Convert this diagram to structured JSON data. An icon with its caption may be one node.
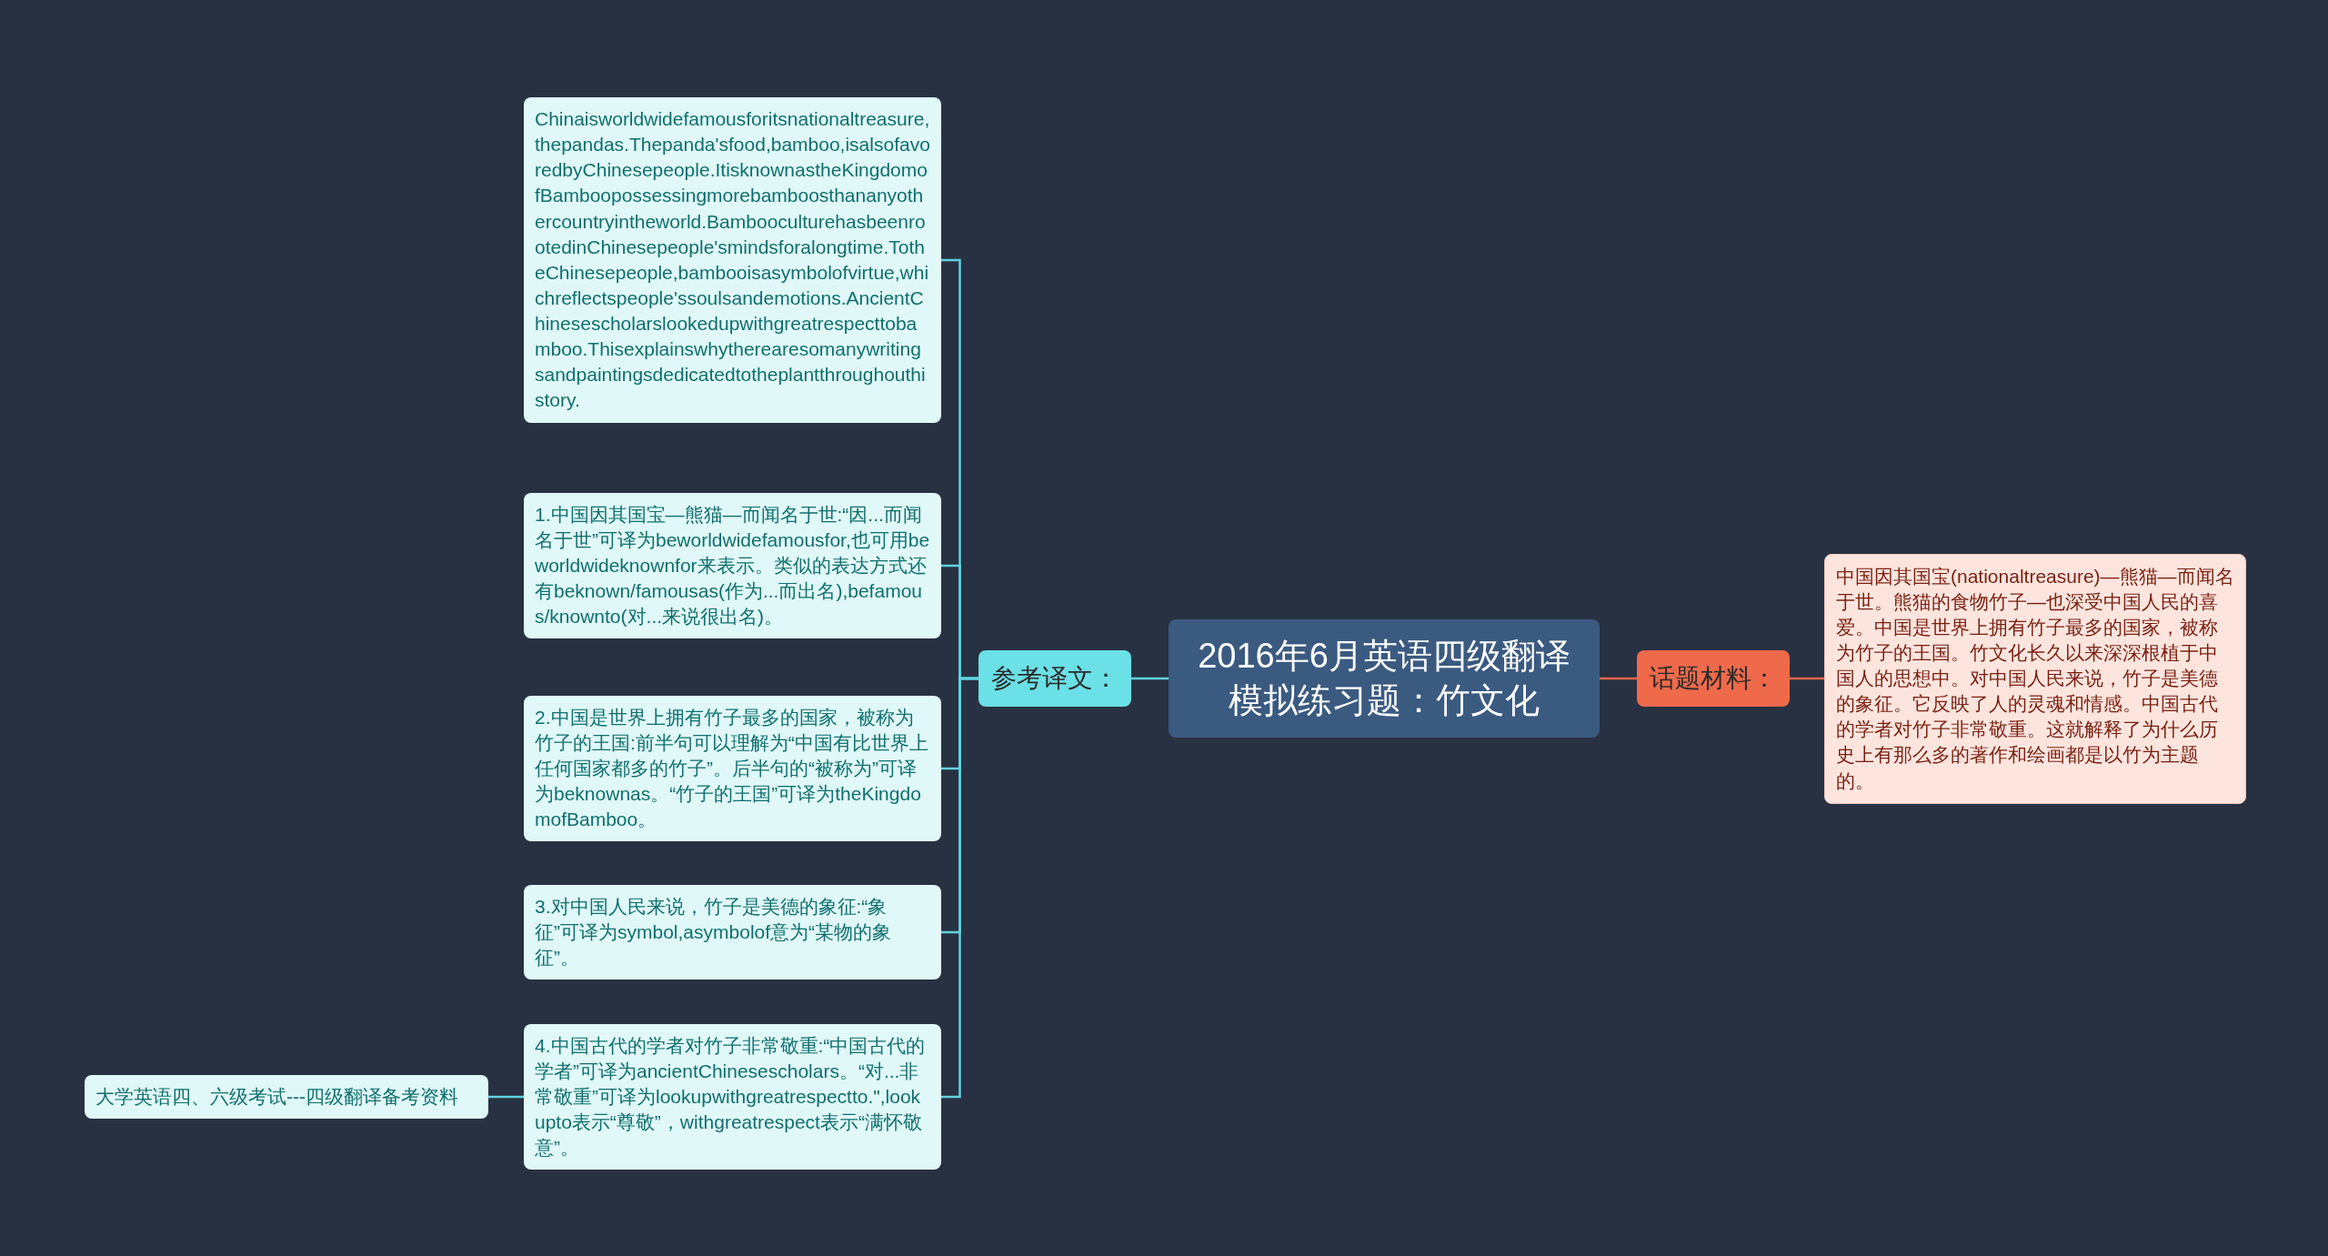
{
  "diagram": {
    "nodes": [
      {
        "text": [
          "2016年6月英语四级翻译模拟练习题：竹文化"
        ]
      },
      {
        "text": [
          "参考译文："
        ]
      },
      {
        "text": [
          "话题材料："
        ]
      },
      {
        "text": [
          "中国因其国宝(nationaltreasure)—熊猫—而闻名于世。熊猫的食物竹子—也深受中国人民的喜爱。中国是世界上拥有竹子最多的国家，被称为竹子的王国。竹文化长久以来深深根植于中国人的思想中。对中国人民来说，竹子是美德的象征。它反映了人的灵魂和情感。中国古代的学者对竹子非常敬重。这就解释了为什么历史上有那么多的著作和绘画都是以竹为主题的。"
        ]
      },
      {
        "text": [
          "Chinaisworldwidefamousforitsnationaltreasure,thepandas.Thepanda'sfood,bamboo,isalsofavoredbyChinesepeople.ItisknownastheKingdomofBamboopossessingmorebamboosthananyothercountryintheworld.BambooculturehasbeenrootedinChinesepeople'smindsforalongtime.TotheChinesepeople,bambooisasymbolofvirtue,whichreflectspeople'ssoulsandemotions.AncientChinesescholarslookedupwithgreatrespecttobamboo.Thisexplainswhytherearesomanywritingsandpaintingsdedicatedtotheplantthroughouthistory."
        ]
      },
      {
        "text": [
          "1.中国因其国宝—熊猫—而闻名于世:“因...而闻名于世”可译为beworldwidefamousfor,也可用beworldwideknownfor来表示。类似的表达方式还有beknown/famousas(作为...而出名),befamous/knownto(对...来说很出名)。"
        ]
      },
      {
        "text": [
          "2.中国是世界上拥有竹子最多的国家，被称为竹子的王国:前半句可以理解为“中国有比世界上任何国家都多的竹子”。后半句的“被称为”可译为beknownas。“竹子的王国”可译为theKingdomofBamboo。"
        ]
      },
      {
        "text": [
          "3.对中国人民来说，竹子是美德的象征:“象征”可译为symbol,asymbolof意为“某物的象征”。"
        ]
      },
      {
        "text": [
          "4.中国古代的学者对竹子非常敬重:“中国古代的学者”可译为ancientChinesescholars。“对...非常敬重”可译为lookupwithgreatrespectto.\",lookupto表示“尊敬”，withgreatrespect表示“满怀敬意”。"
        ]
      },
      {
        "text": [
          "大学英语四、六级考试---四级翻译备考资料"
        ]
      }
    ],
    "edges": [
      {
        "from": 0,
        "to": 1,
        "arrow": "none"
      },
      {
        "from": 0,
        "to": 2,
        "arrow": "none",
        "color": "#e8694a"
      },
      {
        "from": 2,
        "to": 3,
        "arrow": "none",
        "color": "#e8694a"
      },
      {
        "from": 1,
        "to": 4,
        "arrow": "none"
      },
      {
        "from": 1,
        "to": 5,
        "arrow": "none"
      },
      {
        "from": 1,
        "to": 6,
        "arrow": "none"
      },
      {
        "from": 1,
        "to": 7,
        "arrow": "none"
      },
      {
        "from": 1,
        "to": 8,
        "arrow": "none"
      },
      {
        "from": 8,
        "to": 9,
        "arrow": "none"
      }
    ]
  }
}
